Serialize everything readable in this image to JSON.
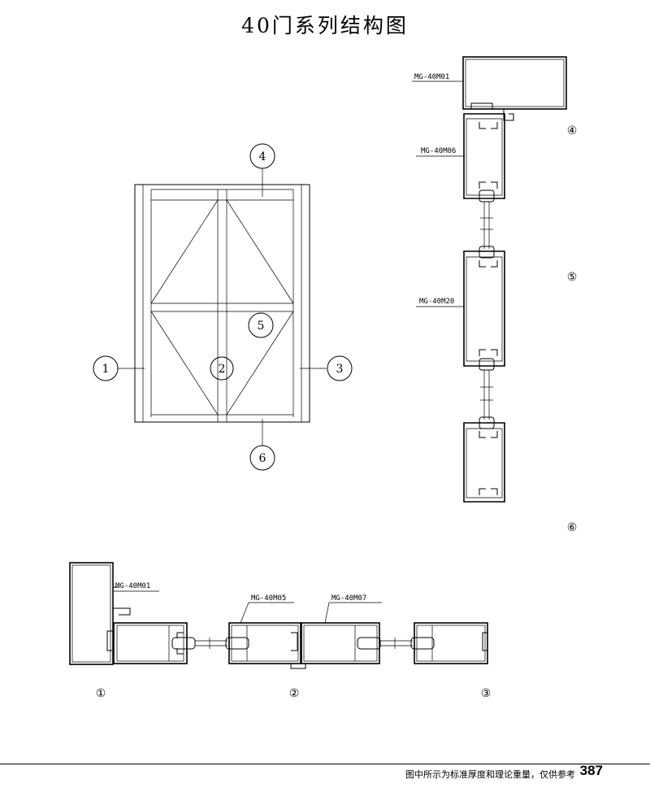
{
  "title": "40门系列结构图",
  "callouts": {
    "c1": "1",
    "c2": "2",
    "c3": "3",
    "c4": "4",
    "c5": "5",
    "c6": "6"
  },
  "section_markers": {
    "top": "④",
    "mid": "⑤",
    "bottom": "⑥",
    "left": "①",
    "center": "②",
    "right": "③"
  },
  "profiles": {
    "p_m01_vertical": "MG-40M01",
    "p_m06": "MG-40M06",
    "p_m20": "MG-40M20",
    "p_m01_horizontal": "MG-40M01",
    "p_m05": "MG-40M05",
    "p_m07": "MG-40M07"
  },
  "footer": {
    "note": "图中所示为标准厚度和理论重量，仅供参考",
    "page": "387"
  }
}
